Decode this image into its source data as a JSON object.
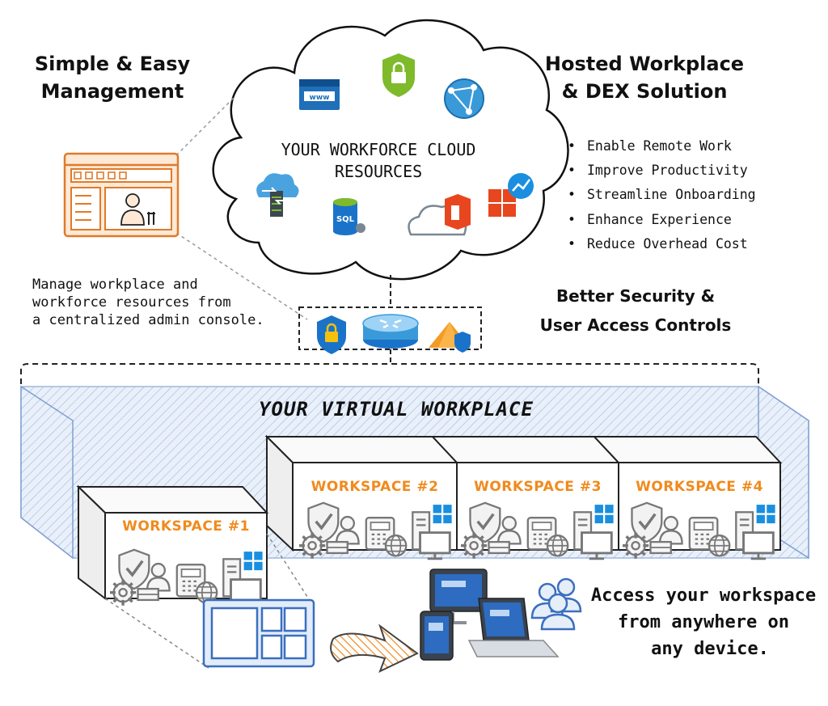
{
  "left_heading": {
    "line1": "Simple & Easy",
    "line2": "Management"
  },
  "left_description": {
    "line1": "Manage workplace and",
    "line2": "workforce resources from",
    "line3": "a centralized admin console."
  },
  "cloud": {
    "line1": "YOUR WORKFORCE CLOUD",
    "line2": "RESOURCES",
    "icon_text_www": "www",
    "icon_text_sql": "SQL"
  },
  "right_heading": {
    "line1": "Hosted Workplace",
    "line2": "& DEX Solution"
  },
  "benefits": [
    "Enable Remote Work",
    "Improve Productivity",
    "Streamline Onboarding",
    "Enhance Experience",
    "Reduce Overhead Cost"
  ],
  "security_heading": {
    "line1": "Better Security &",
    "line2": "User Access Controls"
  },
  "virtual_workplace_title": "YOUR VIRTUAL WORKPLACE",
  "workspaces": [
    "WORKSPACE #1",
    "WORKSPACE #2",
    "WORKSPACE #3",
    "WORKSPACE #4"
  ],
  "access": {
    "line1": "Access your workspace",
    "line2": "from anywhere on",
    "line3": "any device."
  },
  "colors": {
    "accent_orange": "#f08a1d",
    "panel_fill": "#fde9d6",
    "hatch_blue": "#9fb8de",
    "azure_blue": "#1a73c9",
    "shield_green": "#7fba2a"
  },
  "icons": [
    "admin-console-icon",
    "web-browser-icon",
    "lock-shield-icon",
    "web-app-icon",
    "cloud-backup-icon",
    "sql-database-icon",
    "office-cloud-icon",
    "analytics-icon",
    "security-shield-icon",
    "network-router-icon",
    "identity-icon",
    "workspace-icon",
    "layout-screen-icon",
    "devices-icon",
    "users-icon",
    "arrow-icon"
  ]
}
